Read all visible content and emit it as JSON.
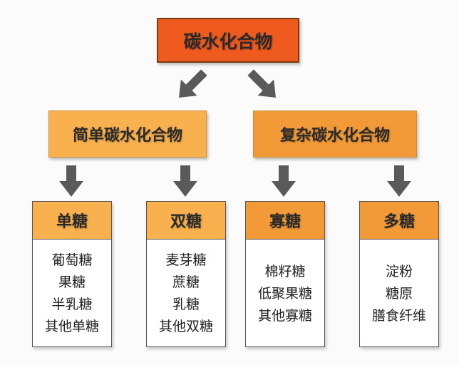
{
  "colors": {
    "root_fill": "#ef5a1f",
    "simple_fill": "#f8b14e",
    "complex_fill": "#f29a37",
    "leaf_head_light": "#f8b14e",
    "leaf_head_dark": "#f29a37",
    "arrow": "#5a5a5a"
  },
  "root": {
    "label": "碳水化合物"
  },
  "categories": [
    {
      "label": "简单碳水化合物",
      "children": [
        {
          "title": "单糖",
          "items": [
            "葡萄糖",
            "果糖",
            "半乳糖",
            "其他单糖"
          ]
        },
        {
          "title": "双糖",
          "items": [
            "麦芽糖",
            "蔗糖",
            "乳糖",
            "其他双糖"
          ]
        }
      ]
    },
    {
      "label": "复杂碳水化合物",
      "children": [
        {
          "title": "寡糖",
          "items": [
            "棉籽糖",
            "低聚果糖",
            "其他寡糖"
          ]
        },
        {
          "title": "多糖",
          "items": [
            "淀粉",
            "糖原",
            "膳食纤维"
          ]
        }
      ]
    }
  ]
}
